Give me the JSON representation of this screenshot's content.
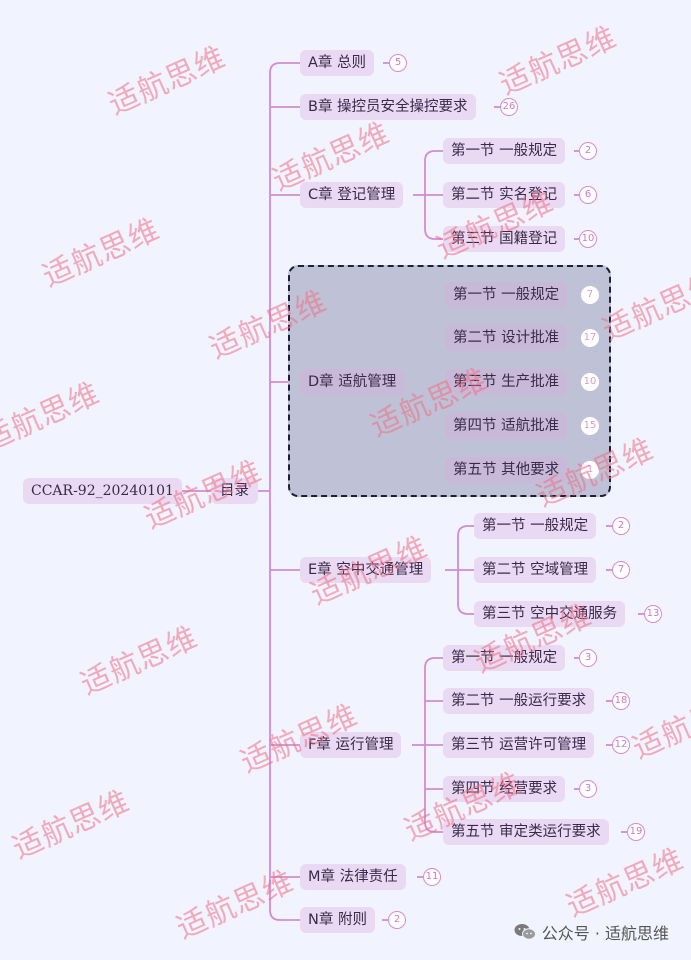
{
  "root": {
    "label": "CCAR-92_20240101",
    "child": "目录"
  },
  "chapters": [
    {
      "label": "A章  总则",
      "count": "5",
      "sections": []
    },
    {
      "label": "B章  操控员安全操控要求",
      "count": "26",
      "sections": []
    },
    {
      "label": "C章  登记管理",
      "sections": [
        {
          "label": "第一节 一般规定",
          "count": "2"
        },
        {
          "label": "第二节 实名登记",
          "count": "6"
        },
        {
          "label": "第三节 国籍登记",
          "count": "10"
        }
      ]
    },
    {
      "label": "D章  适航管理",
      "highlight": true,
      "sections": [
        {
          "label": "第一节 一般规定",
          "count": "7"
        },
        {
          "label": "第二节 设计批准",
          "count": "17"
        },
        {
          "label": "第三节 生产批准",
          "count": "10"
        },
        {
          "label": "第四节 适航批准",
          "count": "15"
        },
        {
          "label": "第五节 其他要求",
          "count": "1"
        }
      ]
    },
    {
      "label": "E章  空中交通管理",
      "sections": [
        {
          "label": "第一节 一般规定",
          "count": "2"
        },
        {
          "label": "第二节 空域管理",
          "count": "7"
        },
        {
          "label": "第三节 空中交通服务",
          "count": "13"
        }
      ]
    },
    {
      "label": "F章  运行管理",
      "sections": [
        {
          "label": "第一节 一般规定",
          "count": "3"
        },
        {
          "label": "第二节 一般运行要求",
          "count": "18"
        },
        {
          "label": "第三节 运营许可管理",
          "count": "12"
        },
        {
          "label": "第四节 经营要求",
          "count": "3"
        },
        {
          "label": "第五节 审定类运行要求",
          "count": "19"
        }
      ]
    },
    {
      "label": "M章  法律责任",
      "count": "11",
      "sections": []
    },
    {
      "label": "N章  附则",
      "count": "2",
      "sections": []
    }
  ],
  "watermark": "适航思维",
  "footer": {
    "text": "公众号 · 适航思维"
  },
  "colors": {
    "line": "#d38bd3",
    "node": "#ead9f2",
    "badge": "#d88ad6",
    "focus_bg": "#bfc1d6",
    "watermark": "#f06e82"
  }
}
